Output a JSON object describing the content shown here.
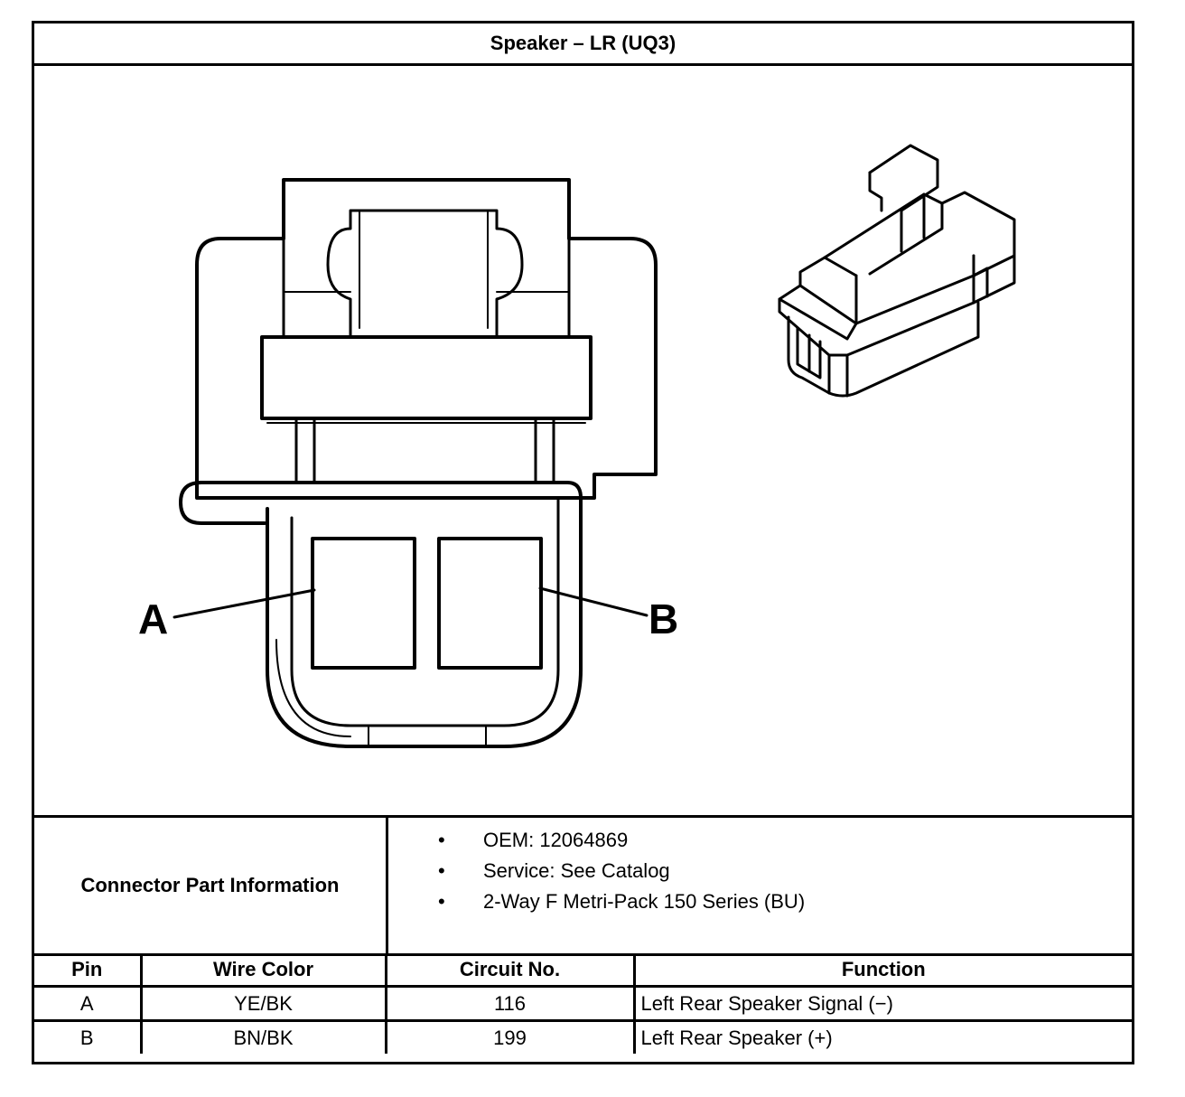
{
  "title": "Speaker – LR (UQ3)",
  "diagram": {
    "pin_labels": [
      "A",
      "B"
    ]
  },
  "connector_info": {
    "label": "Connector Part Information",
    "items": [
      "OEM: 12064869",
      "Service: See Catalog",
      "2-Way F Metri-Pack 150 Series (BU)"
    ]
  },
  "pin_table": {
    "headers": [
      "Pin",
      "Wire Color",
      "Circuit No.",
      "Function"
    ],
    "rows": [
      {
        "pin": "A",
        "wire_color": "YE/BK",
        "circuit": "116",
        "function": "Left Rear Speaker Signal (−)"
      },
      {
        "pin": "B",
        "wire_color": "BN/BK",
        "circuit": "199",
        "function": "Left Rear Speaker (+)"
      }
    ]
  }
}
